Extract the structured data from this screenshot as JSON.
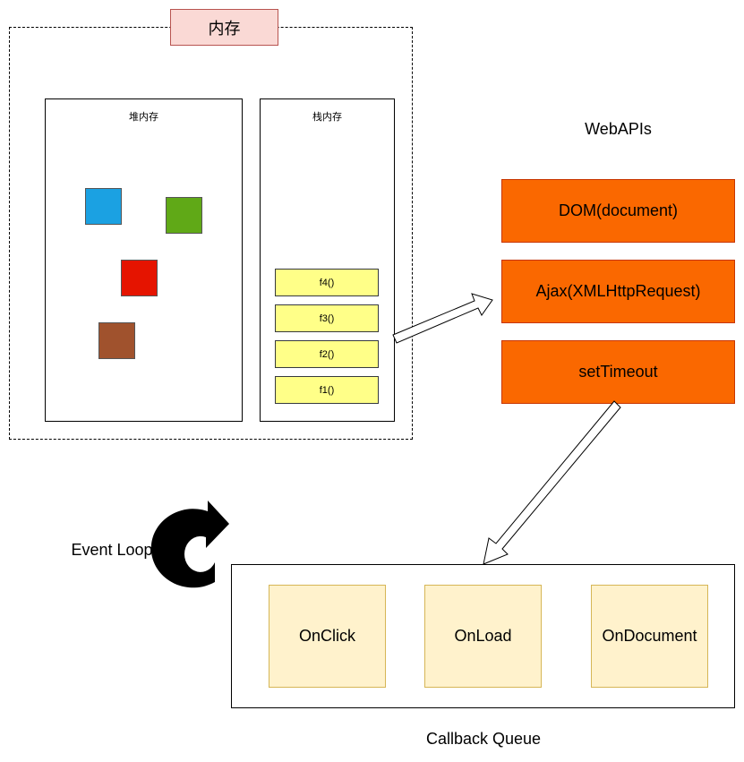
{
  "memory": {
    "title": "内存",
    "heap_label": "堆内存",
    "stack_label": "栈内存",
    "heap_objects": [
      {
        "color": "#1ba1e2"
      },
      {
        "color": "#60a917"
      },
      {
        "color": "#e51400"
      },
      {
        "color": "#a0522d"
      }
    ],
    "stack_frames": [
      "f4()",
      "f3()",
      "f2()",
      "f1()"
    ]
  },
  "webapis": {
    "title": "WebAPIs",
    "items": [
      "DOM(document)",
      "Ajax(XMLHttpRequest)",
      "setTimeout"
    ]
  },
  "event_loop": {
    "label": "Event Loop"
  },
  "callback_queue": {
    "title": "Callback Queue",
    "items": [
      "OnClick",
      "OnLoad",
      "OnDocument"
    ]
  },
  "colors": {
    "api_fill": "#fa6800",
    "frame_fill": "#ffff88",
    "callback_fill": "#fff2cc",
    "title_fill": "#fad9d5"
  }
}
